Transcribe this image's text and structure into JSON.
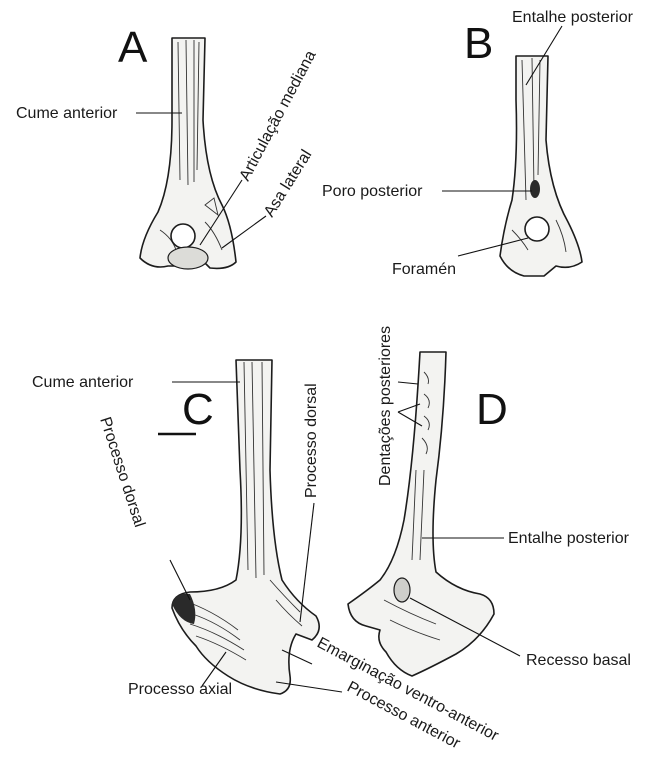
{
  "panels": {
    "A": {
      "letter": "A",
      "labels": {
        "cume_anterior": "Cume anterior",
        "articulacao_mediana": "Articulação mediana",
        "asa_lateral": "Asa lateral"
      }
    },
    "B": {
      "letter": "B",
      "labels": {
        "entalhe_posterior": "Entalhe posterior",
        "poro_posterior": "Poro posterior",
        "foramen": "Foramén"
      }
    },
    "C": {
      "letter": "C",
      "labels": {
        "cume_anterior": "Cume anterior",
        "processo_dorsal_left": "Processo dorsal",
        "processo_dorsal_right": "Processo dorsal",
        "processo_axial": "Processo axial",
        "emarginacao": "Emarginação ventro-anterior",
        "processo_anterior": "Processo anterior"
      }
    },
    "D": {
      "letter": "D",
      "labels": {
        "dentacoes": "Dentações posteriores",
        "entalhe_posterior": "Entalhe posterior",
        "recesso_basal": "Recesso basal"
      }
    }
  }
}
